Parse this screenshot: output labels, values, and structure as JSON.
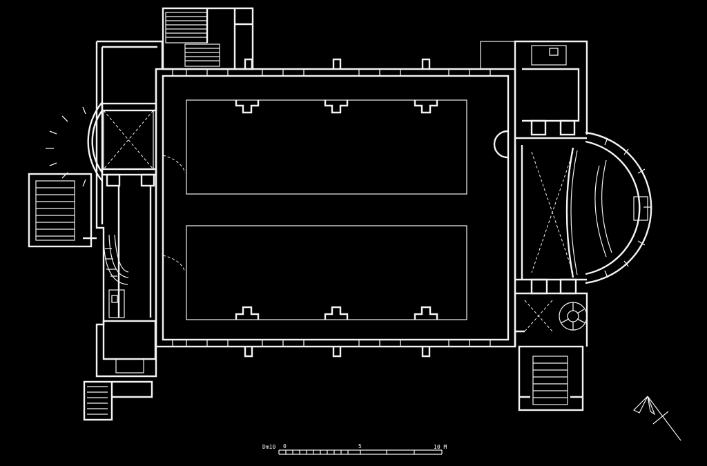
{
  "scale_bar": {
    "label_left": "Dm10",
    "label_zero": "0",
    "label_mid": "5",
    "label_right": "10 M"
  },
  "north_arrow": {
    "icon": "north-arrow-icon"
  },
  "colors": {
    "background": "#000000",
    "linework": "#f4f4f4"
  }
}
